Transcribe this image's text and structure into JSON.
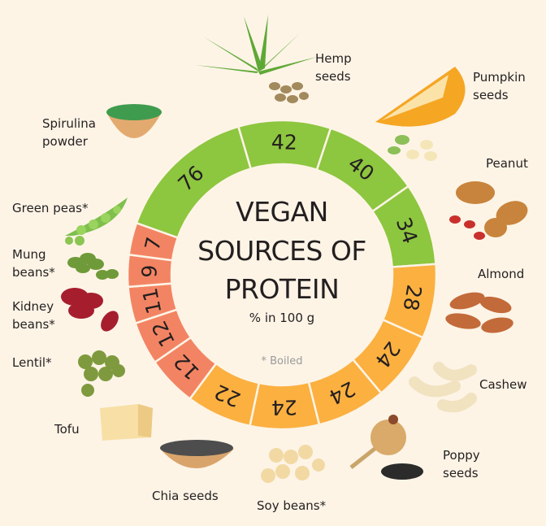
{
  "title": {
    "line1": "VEGAN",
    "line2": "SOURCES OF",
    "line3": "PROTEIN"
  },
  "subtitle": "% in 100 g",
  "footnote": "* Boiled",
  "colors": {
    "background": "#fdf4e6",
    "high": "#8dc63f",
    "medium": "#fbb040",
    "low": "#f38463",
    "divider": "#fdf4e6"
  },
  "items": [
    {
      "name_line1": "Hemp",
      "name_line2": "seeds",
      "value": "42",
      "group": "high",
      "icon": "hemp-leaf-seeds"
    },
    {
      "name_line1": "Pumpkin",
      "name_line2": "seeds",
      "value": "40",
      "group": "high",
      "icon": "pumpkin-slice-seeds"
    },
    {
      "name_line1": "Peanut",
      "name_line2": "",
      "value": "34",
      "group": "high",
      "icon": "peanut"
    },
    {
      "name_line1": "Almond",
      "name_line2": "",
      "value": "28",
      "group": "medium",
      "icon": "almond"
    },
    {
      "name_line1": "Cashew",
      "name_line2": "",
      "value": "24",
      "group": "medium",
      "icon": "cashew"
    },
    {
      "name_line1": "Poppy",
      "name_line2": "seeds",
      "value": "24",
      "group": "medium",
      "icon": "poppy-pod-seeds"
    },
    {
      "name_line1": "Soy beans*",
      "name_line2": "",
      "value": "24",
      "group": "medium",
      "icon": "soy-beans"
    },
    {
      "name_line1": "Chia seeds",
      "name_line2": "",
      "value": "22",
      "group": "medium",
      "icon": "chia-bowl"
    },
    {
      "name_line1": "Tofu",
      "name_line2": "",
      "value": "12",
      "group": "low",
      "icon": "tofu-block"
    },
    {
      "name_line1": "Lentil*",
      "name_line2": "",
      "value": "12",
      "group": "low",
      "icon": "lentils"
    },
    {
      "name_line1": "Kidney",
      "name_line2": "beans*",
      "value": "11",
      "group": "low",
      "icon": "kidney-beans"
    },
    {
      "name_line1": "Mung",
      "name_line2": "beans*",
      "value": "9",
      "group": "low",
      "icon": "mung-beans"
    },
    {
      "name_line1": "Green peas*",
      "name_line2": "",
      "value": "7",
      "group": "low",
      "icon": "pea-pod"
    },
    {
      "name_line1": "Spirulina",
      "name_line2": "powder",
      "value": "76",
      "group": "high",
      "icon": "spirulina-bowl"
    }
  ]
}
